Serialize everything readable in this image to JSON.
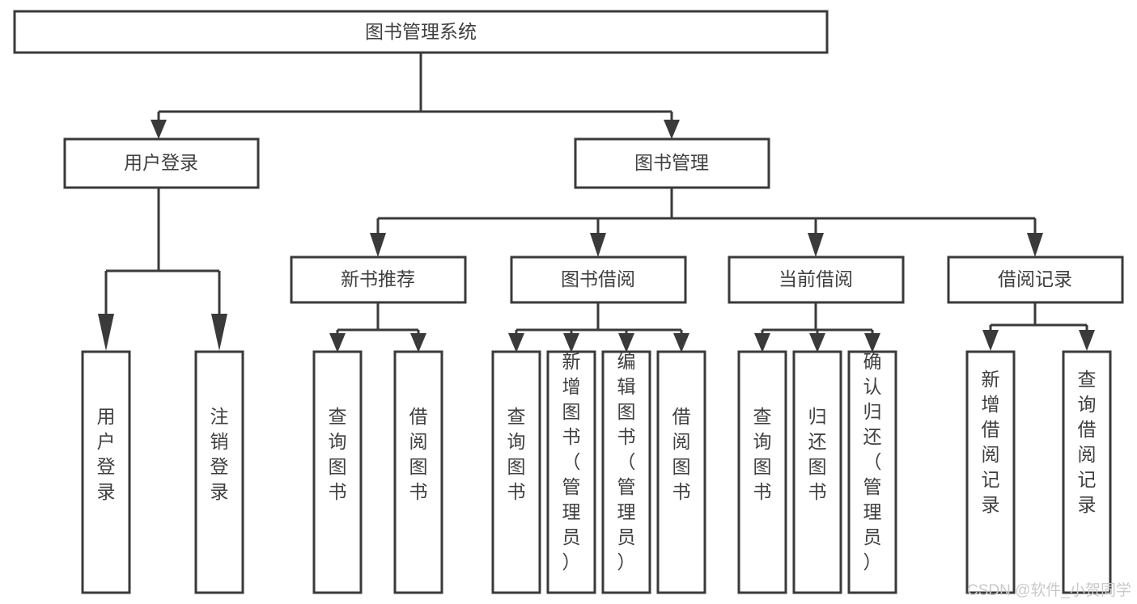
{
  "diagram": {
    "type": "tree",
    "title": "图书管理系统",
    "orientation": "top-down",
    "colors": {
      "box_stroke": "#3a3a3a",
      "box_fill": "#ffffff",
      "text": "#3f3f3f",
      "connector": "#3a3a3a",
      "background": "#ffffff",
      "watermark": "#c9c9c9"
    },
    "root": {
      "label": "图书管理系统"
    },
    "level2": [
      {
        "label": "用户登录"
      },
      {
        "label": "图书管理"
      }
    ],
    "level3": [
      {
        "label": "新书推荐"
      },
      {
        "label": "图书借阅"
      },
      {
        "label": "当前借阅"
      },
      {
        "label": "借阅记录"
      }
    ],
    "leaves": {
      "user_login": [
        {
          "label": "用户登录"
        },
        {
          "label": "注销登录"
        }
      ],
      "new_book_recommend": [
        {
          "label": "查询图书"
        },
        {
          "label": "借阅图书"
        }
      ],
      "book_borrow": [
        {
          "label": "查询图书"
        },
        {
          "label": "新增图书（管理员）"
        },
        {
          "label": "编辑图书（管理员）"
        },
        {
          "label": "借阅图书"
        }
      ],
      "current_borrow": [
        {
          "label": "查询图书"
        },
        {
          "label": "归还图书"
        },
        {
          "label": "确认归还（管理员）"
        }
      ],
      "borrow_record": [
        {
          "label": "新增借阅记录"
        },
        {
          "label": "查询借阅记录"
        }
      ]
    },
    "watermark": "CSDN @软件_小贺同学"
  }
}
